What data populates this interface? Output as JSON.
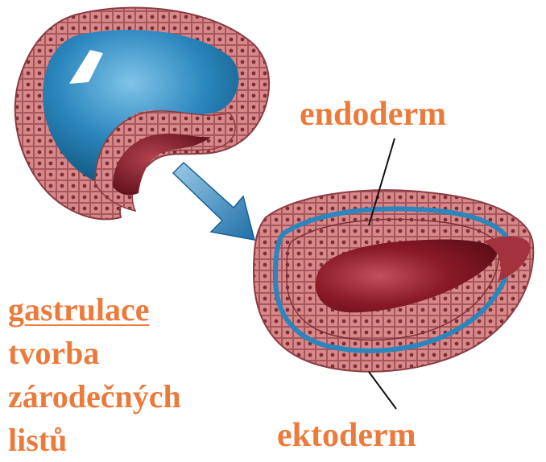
{
  "labels": {
    "endoderm": "endoderm",
    "ektoderm": "ektoderm"
  },
  "caption": {
    "title": "gastrulace",
    "lines": [
      "tvorba",
      "zárodečných",
      "listů"
    ]
  },
  "colors": {
    "label_text": "#ec7b3b",
    "cell_layer": "#c97a7c",
    "cell_nucleus": "#7b2f35",
    "blastocoel_blue": "#2a86bd",
    "archenteron_red": "#8a1a26",
    "arrow_blue": "#2f86c4"
  }
}
